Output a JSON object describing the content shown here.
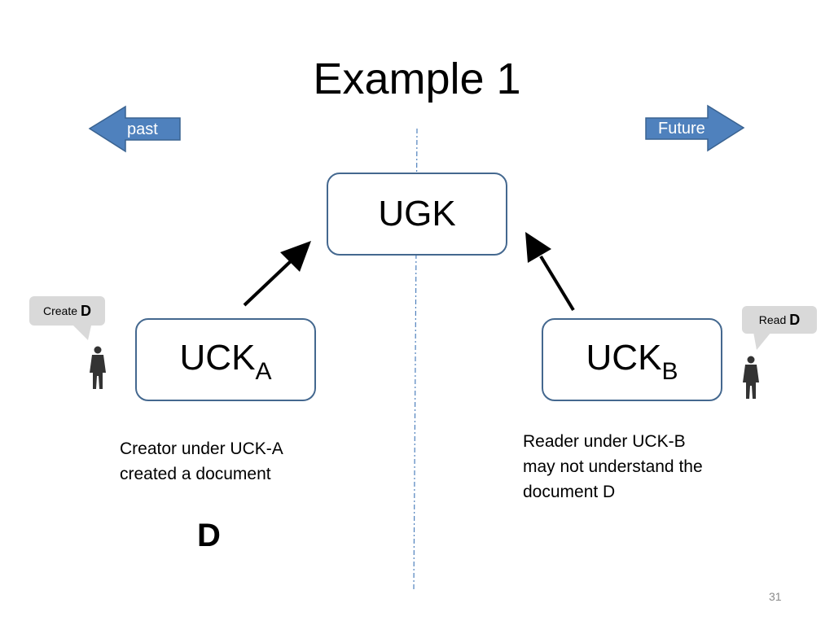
{
  "title": "Example 1",
  "past_label": "past",
  "future_label": "Future",
  "ugk": {
    "label": "UGK"
  },
  "uck_a": {
    "base": "UCK",
    "sub": "A"
  },
  "uck_b": {
    "base": "UCK",
    "sub": "B"
  },
  "create_bubble": {
    "verb": "Create",
    "doc": "D"
  },
  "read_bubble": {
    "verb": "Read",
    "doc": "D"
  },
  "caption_left": [
    "Creator under UCK-A",
    "created a document"
  ],
  "caption_right": [
    "Reader under UCK-B",
    "may not understand the",
    "document D"
  ],
  "document_letter": "D",
  "page_number": "31",
  "colors": {
    "arrow_fill": "#4f81bd",
    "box_border": "#44688f",
    "divider": "#4f81bd"
  }
}
